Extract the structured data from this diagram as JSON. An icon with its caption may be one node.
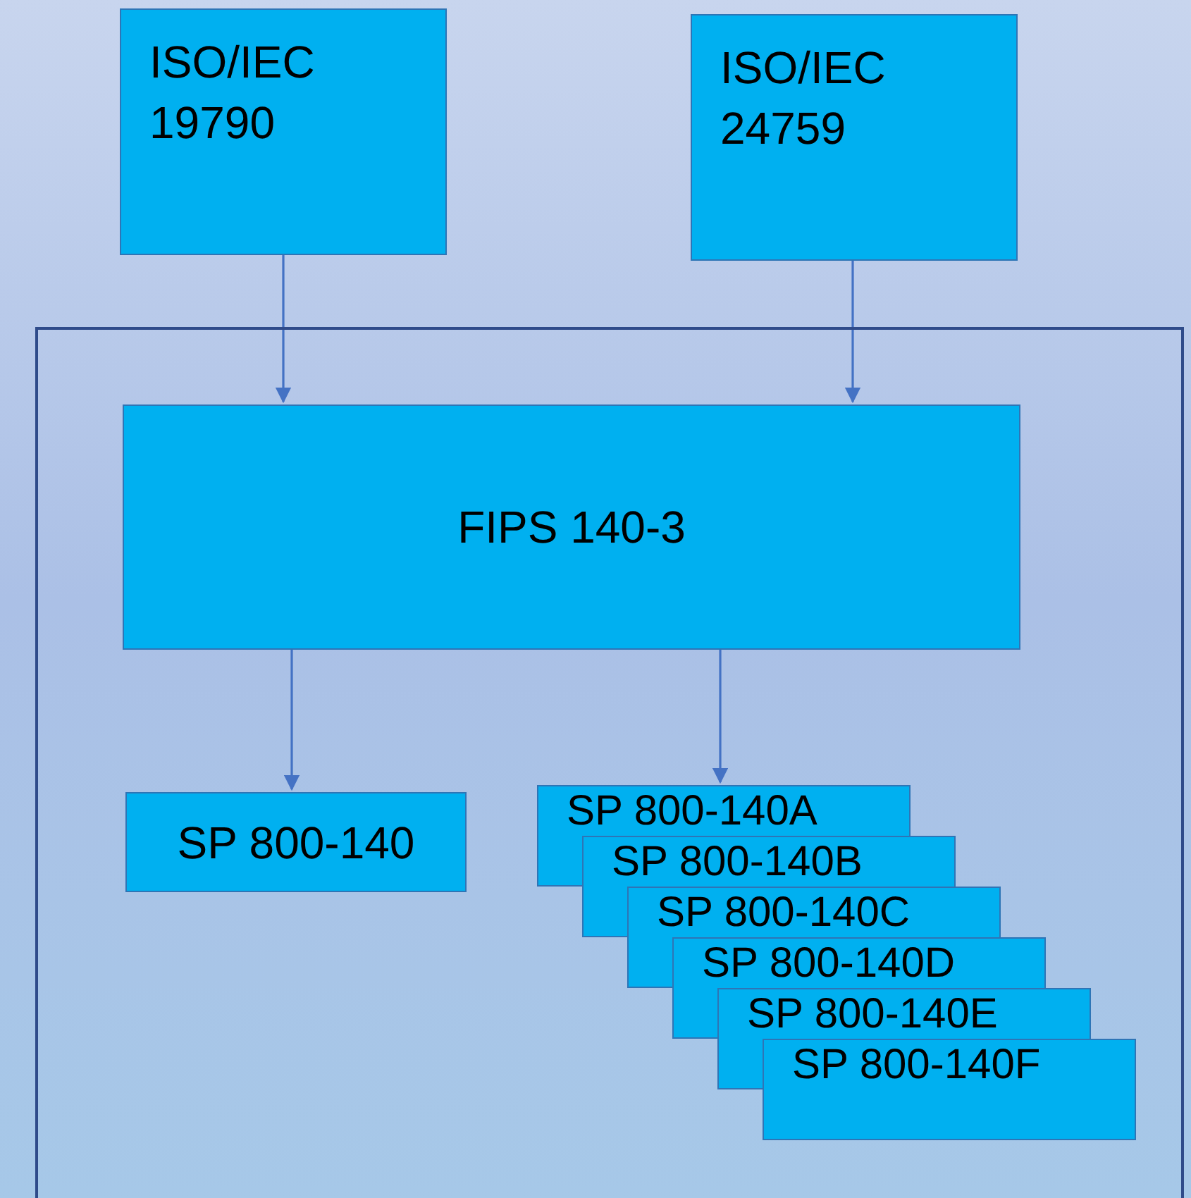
{
  "diagram": {
    "nodes": [
      {
        "text": [
          "ISO/IEC 19790"
        ]
      },
      {
        "text": [
          "ISO/IEC 24759"
        ]
      },
      {
        "text": [],
        "shape": "box"
      },
      {
        "text": [
          "FIPS 140-3"
        ],
        "in": 2
      },
      {
        "text": [
          "SP 800-140"
        ],
        "in": 2
      },
      {
        "text": [
          "SP 800-140A"
        ],
        "in": 2
      },
      {
        "text": [
          "SP 800-140B"
        ],
        "in": 2
      },
      {
        "text": [
          "SP 800-140C"
        ],
        "in": 2
      },
      {
        "text": [
          "SP 800-140D"
        ],
        "in": 2
      },
      {
        "text": [
          "SP 800-140E"
        ],
        "in": 2
      },
      {
        "text": [
          "SP 800-140F"
        ],
        "in": 2
      }
    ],
    "edges": [
      {
        "from": 0,
        "to": 3,
        "arrow": "to"
      },
      {
        "from": 1,
        "to": 3,
        "arrow": "to"
      },
      {
        "from": 3,
        "to": 4,
        "arrow": "to"
      },
      {
        "from": 3,
        "to": 5,
        "arrow": "to"
      }
    ]
  }
}
